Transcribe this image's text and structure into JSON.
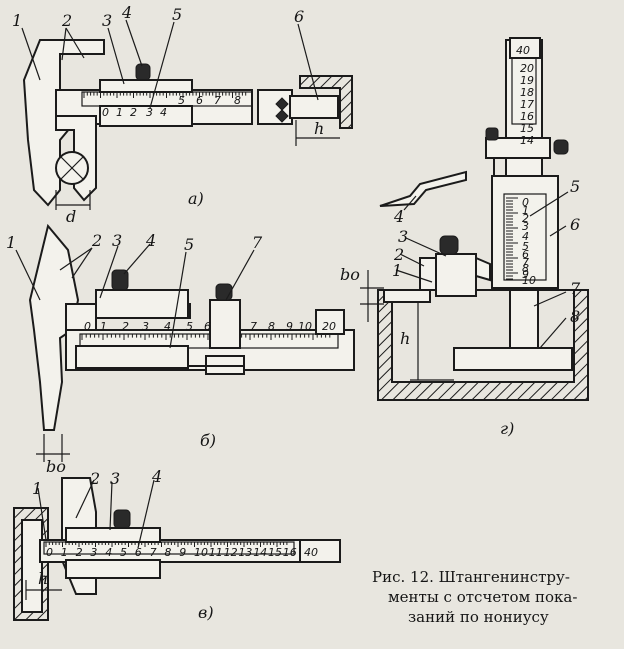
{
  "figure": {
    "caption_lines": [
      "Рис. 12. Штангенинстру-",
      "менты с отсчетом пока-",
      "заний по нониусу"
    ]
  },
  "panel_a": {
    "sublabel": "а)",
    "part_labels": [
      "1",
      "2",
      "3",
      "4",
      "5",
      "6"
    ],
    "dim_labels": [
      "d",
      "h"
    ],
    "scale_numbers": [
      "0",
      "1",
      "2",
      "3",
      "4",
      "5",
      "6",
      "7",
      "8"
    ]
  },
  "panel_b": {
    "sublabel": "б)",
    "part_labels": [
      "1",
      "2",
      "3",
      "4",
      "5",
      "7"
    ],
    "dim_labels": [
      "bo"
    ],
    "scale_numbers": [
      "0",
      "1",
      "2",
      "3",
      "4",
      "5",
      "6",
      "7",
      "8",
      "9",
      "10",
      "20"
    ]
  },
  "panel_v": {
    "sublabel": "в)",
    "part_labels": [
      "1",
      "2",
      "3",
      "4"
    ],
    "dim_labels": [
      "h"
    ],
    "scale_numbers": [
      "0",
      "1",
      "2",
      "3",
      "4",
      "5",
      "6",
      "7",
      "8",
      "9",
      "10",
      "11",
      "12",
      "13",
      "14",
      "15",
      "16",
      "40"
    ]
  },
  "panel_g": {
    "sublabel": "г)",
    "part_labels": [
      "1",
      "2",
      "3",
      "4",
      "5",
      "6",
      "7",
      "8"
    ],
    "dim_labels": [
      "bo",
      "h"
    ],
    "scale_numbers": [
      "40",
      "20",
      "19",
      "18",
      "17",
      "16",
      "15",
      "14",
      "0",
      "1",
      "2",
      "3",
      "4",
      "5",
      "6",
      "7",
      "8",
      "9",
      "10"
    ]
  }
}
